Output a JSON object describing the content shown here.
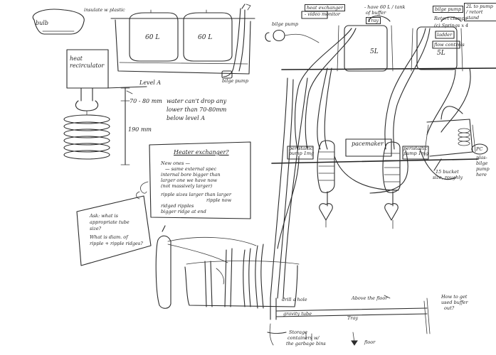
{
  "labels": {
    "bulb": "bulb",
    "insulate_plastic": "insulate w plastic",
    "tank_left": "60 L",
    "tank_right": "60 L",
    "bilge_pump_top": "bilge pump",
    "heat_recirculator": "heat recirculator",
    "level_a": "Level A",
    "depth_range": "70 - 80 mm",
    "water_cant_drop": "water can't drop any",
    "water_cant_drop_2": "lower than 70-80mm",
    "water_cant_drop_3": "below level A",
    "height_190": "190 mm",
    "heat_exchanger_top": "heat exchanger",
    "video_monitor": "- video monitor",
    "have_60l": "- have 60 L / tank",
    "of_buffer": "of buffer",
    "tray_top": "Tray",
    "bilge_pump_left": "bilge pump",
    "tank_5l_left": "5L",
    "tank_5l_right": "5L",
    "bilge_pump_right": "bilge pump",
    "retort_stand_note": "2L to pump / retort stand",
    "retort_clamps": "Retort clamps",
    "retort_clamps_2": "(c) Springs x 4",
    "ladder": "ladder",
    "flow_controls": "flow controls",
    "heater_exchanger_title": "Heater exchanger?",
    "he_line1": "New ones —",
    "he_line2": "— same external spec",
    "he_line3": "internal bore bigger than",
    "he_line4": "larger one we have now",
    "he_line5": "(not massively larger)",
    "he_line6": "ripple sizes larger than larger",
    "he_line7": "ripple now",
    "he_line8": "ridged ripples",
    "he_line9": "bigger ridge at end",
    "ask_line1": "Ask: what is",
    "ask_line2": "appropriate tube",
    "ask_line3": "size?",
    "ask_line4": "What is diam. of",
    "ask_line5": "ripple + ripple ridges?",
    "peristaltic_pump_left": "peristaltic pump 1mg",
    "pacemaker": "pacemaker",
    "peristaltic_pump_right": "peristaltic pump 1mg",
    "bucket_note1": "15 bucket",
    "bucket_note2": "size, roughly",
    "pc_note1": "PC",
    "pc_note2": "plas-",
    "pc_note3": "bilge",
    "pc_note4": "pump",
    "pc_note5": "here",
    "drill_hole": "drill a hole",
    "above_floor": "Above the floor",
    "how_to_get": "How to get",
    "used_buffer": "used buffer",
    "out": "out?",
    "gravity_tube": "gravity tube",
    "tray_bottom": "Tray",
    "storage_line1": "Storage",
    "storage_line2": "containers w/",
    "storage_line3": "the garbage bins",
    "floor": "floor"
  }
}
